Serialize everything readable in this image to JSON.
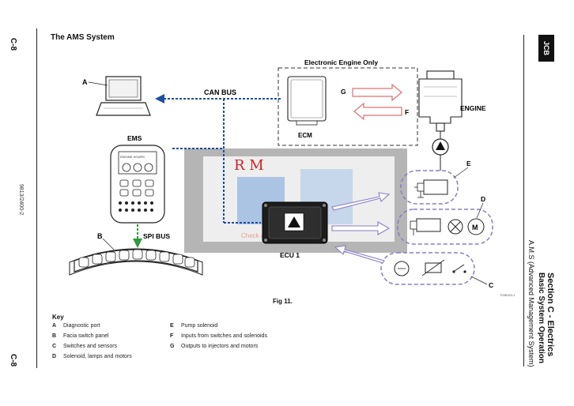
{
  "page": {
    "page_label": "C-8",
    "doc_number": "9813/2400-2",
    "title": "The AMS System",
    "section": "Section C - Electrics",
    "subsection": "Basic System Operation",
    "system_name": "A.M.S (Advanced Management System)",
    "brand": "JCB",
    "figure_label": "Fig 11.",
    "figure_code": "T038153-1"
  },
  "diagram": {
    "engine_box_title": "Electronic Engine Only",
    "can_bus": "CAN BUS",
    "spi_bus": "SPI BUS",
    "ems": "EMS",
    "ecm": "ECM",
    "ecu": "ECU 1",
    "engine": "ENGINE",
    "callouts": [
      "A",
      "B",
      "C",
      "D",
      "E",
      "F",
      "G"
    ],
    "ems_screen_text": "ENGINE  HOURS",
    "motor_symbol": "M",
    "watermark": "R M",
    "watermark_sub": "Check and Download Content"
  },
  "key": {
    "title": "Key",
    "items": [
      {
        "letter": "A",
        "text": "Diagnostic port"
      },
      {
        "letter": "B",
        "text": "Facia switch panel"
      },
      {
        "letter": "C",
        "text": "Switches and sensors"
      },
      {
        "letter": "D",
        "text": "Solenoid, lamps and motors"
      },
      {
        "letter": "E",
        "text": "Pump solenoid"
      },
      {
        "letter": "F",
        "text": "Inputs from switches and solenoids"
      },
      {
        "letter": "G",
        "text": "Outputs to injectors and motors"
      }
    ]
  },
  "colors": {
    "bus_blue": "#1f4e9c",
    "lilac": "#8a7cc6",
    "pink": "#e07070",
    "green_dash": "#2e9a3c",
    "watermark_red": "#d02020"
  }
}
